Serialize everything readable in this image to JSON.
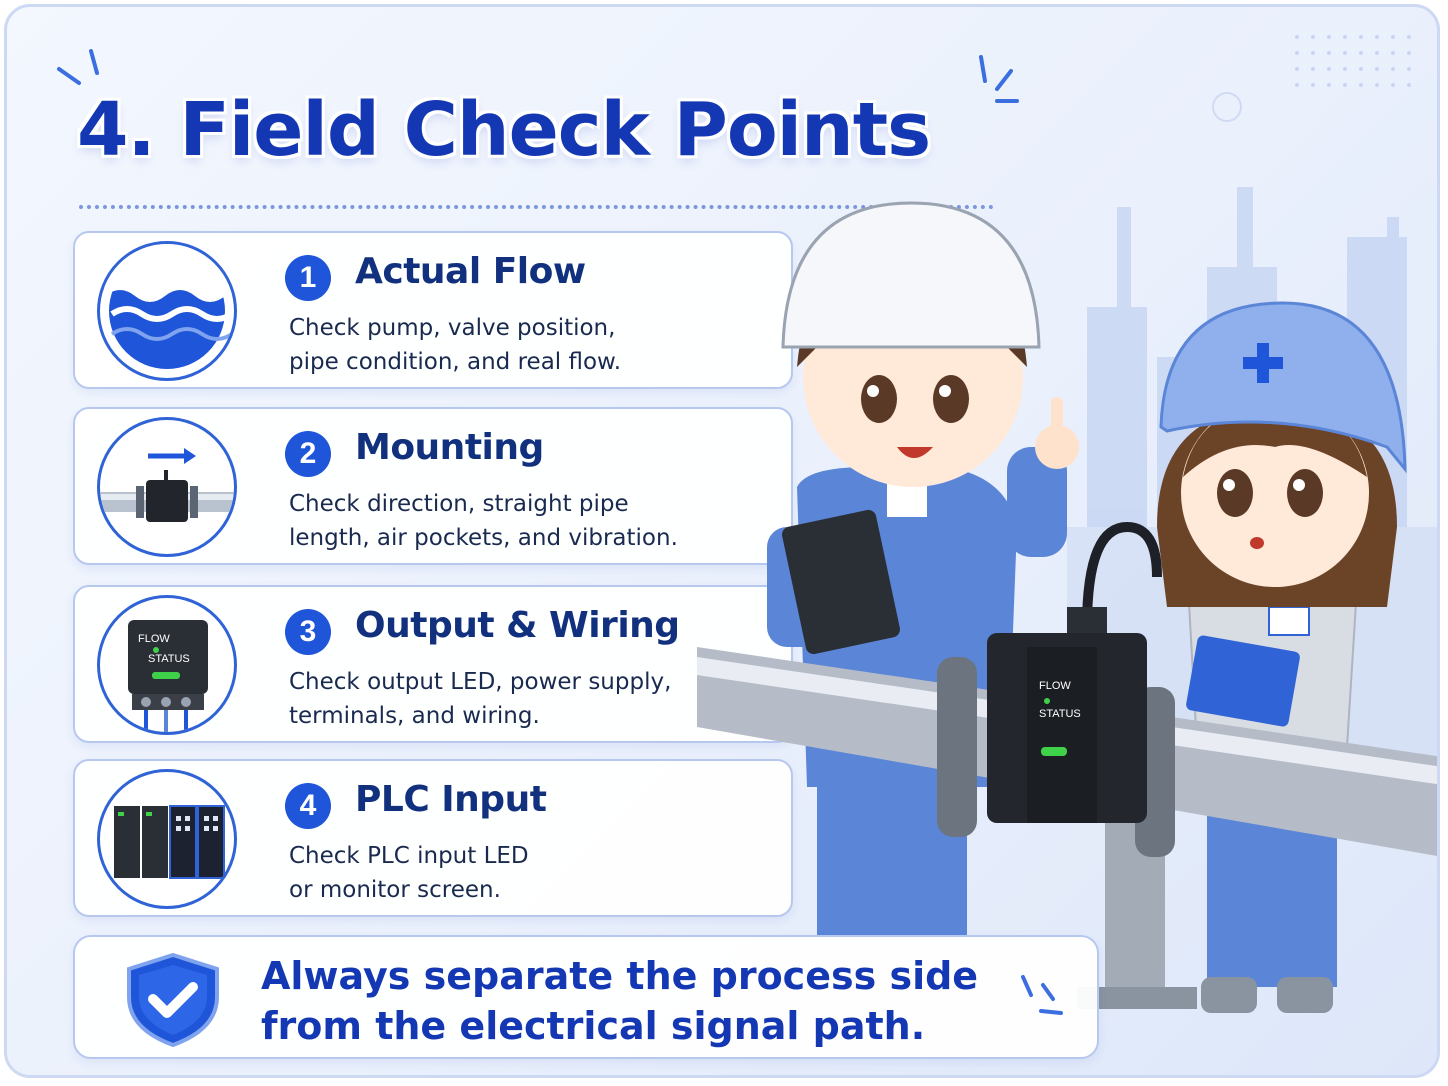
{
  "title": {
    "number": "4.",
    "text": "Field Check Points"
  },
  "cards": [
    {
      "number": "1",
      "title": "Actual Flow",
      "desc_line1": "Check pump, valve position,",
      "desc_line2": "pipe condition, and real flow.",
      "icon": "water-wave-icon"
    },
    {
      "number": "2",
      "title": "Mounting",
      "desc_line1": "Check direction, straight pipe",
      "desc_line2": "length, air pockets, and vibration.",
      "icon": "pipe-sensor-icon"
    },
    {
      "number": "3",
      "title": "Output & Wiring",
      "desc_line1": "Check output LED, power supply,",
      "desc_line2": "terminals, and wiring.",
      "icon": "flow-status-device-icon",
      "device_label1": "FLOW",
      "device_label2": "STATUS"
    },
    {
      "number": "4",
      "title": "PLC Input",
      "desc_line1": "Check PLC input LED",
      "desc_line2": "or monitor screen.",
      "icon": "plc-module-icon"
    }
  ],
  "banner": {
    "line1": "Always separate the process side",
    "line2": "from the electrical signal path.",
    "icon": "shield-check-icon"
  },
  "sensor": {
    "label1": "FLOW",
    "label2": "STATUS"
  },
  "colors": {
    "accent": "#1438b4",
    "badge": "#1f55d8",
    "card_border": "#b7c8ef",
    "led_green": "#3fd14a",
    "uniform_blue": "#5b86d8"
  }
}
